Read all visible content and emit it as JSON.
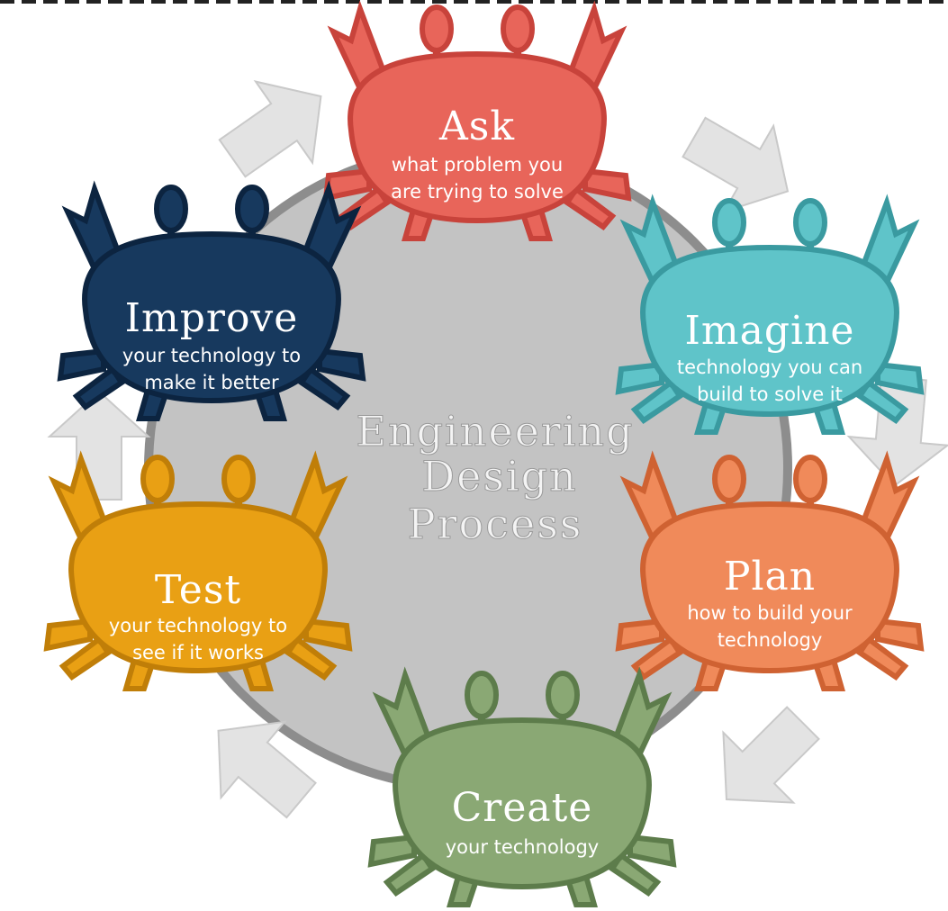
{
  "center": {
    "line1": "Engineering",
    "line2": "Design",
    "line3": "Process"
  },
  "steps": {
    "ask": {
      "title": "Ask",
      "line1": "what problem you",
      "line2": "are trying to solve",
      "color": "#e8655a",
      "outline": "#c8433b"
    },
    "imagine": {
      "title": "Imagine",
      "line1": "technology you can",
      "line2": "build to solve it",
      "color": "#5fc4c9",
      "outline": "#3a9aa0"
    },
    "plan": {
      "title": "Plan",
      "line1": "how to build your",
      "line2": "technology",
      "color": "#f08a5a",
      "outline": "#cf6232"
    },
    "create": {
      "title": "Create",
      "line1": "your technology",
      "color": "#8aa874",
      "outline": "#5d7c4b"
    },
    "test": {
      "title": "Test",
      "line1": "your technology to",
      "line2": "see if it works",
      "color": "#e9a014",
      "outline": "#c07e08"
    },
    "improve": {
      "title": "Improve",
      "line1": "your technology to",
      "line2": "make it better",
      "color": "#17395e",
      "outline": "#0c2440"
    }
  }
}
